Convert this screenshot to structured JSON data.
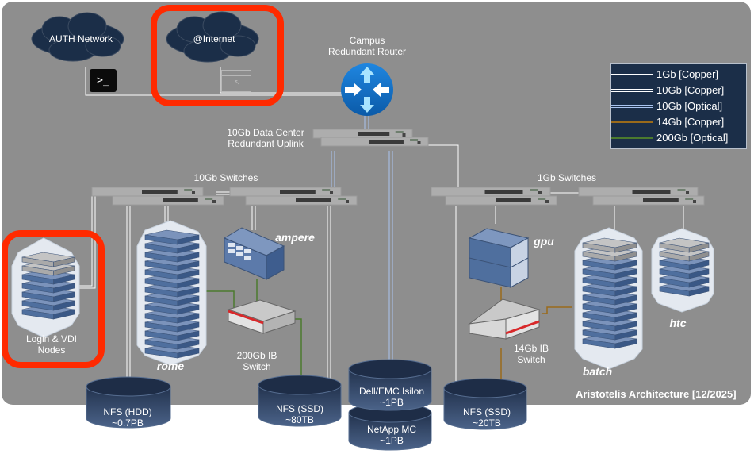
{
  "title": "Aristotelis Architecture [12/2025]",
  "clouds": {
    "auth": "AUTH Network",
    "internet": "@Internet"
  },
  "icons": {
    "terminal": "terminal-icon",
    "browser": "browser-window-icon",
    "router": "router-icon"
  },
  "router": {
    "label_line1": "Campus",
    "label_line2": "Redundant Router"
  },
  "uplink": {
    "label_line1": "10Gb Data Center",
    "label_line2": "Redundant Uplink"
  },
  "switch_groups": {
    "ten_gb": "10Gb Switches",
    "one_gb": "1Gb Switches"
  },
  "nodes": {
    "login_line1": "Login & VDI",
    "login_line2": "Nodes",
    "rome": "rome",
    "ampere": "ampere",
    "gpu": "gpu",
    "batch": "batch",
    "htc": "htc"
  },
  "ib_switches": {
    "ib200_line1": "200Gb IB",
    "ib200_line2": "Switch",
    "ib14_line1": "14Gb IB",
    "ib14_line2": "Switch"
  },
  "storage": [
    {
      "name": "NFS (HDD)",
      "size": "~0.7PB"
    },
    {
      "name": "NFS (SSD)",
      "size": "~80TB"
    },
    {
      "name": "Dell/EMC Isilon",
      "size": "~1PB"
    },
    {
      "name": "NetApp MC",
      "size": "~1PB"
    },
    {
      "name": "NFS (SSD)",
      "size": "~20TB"
    }
  ],
  "legend": [
    {
      "label": "1Gb [Copper]",
      "color": "#ffffff",
      "style": "single"
    },
    {
      "label": "10Gb [Copper]",
      "color": "#ffffff",
      "style": "double"
    },
    {
      "label": "10Gb [Optical]",
      "color": "#a9c4f0",
      "style": "double"
    },
    {
      "label": "14Gb [Copper]",
      "color": "#9a6a1a",
      "style": "single"
    },
    {
      "label": "200Gb [Optical]",
      "color": "#4b7a2e",
      "style": "single"
    }
  ],
  "colors": {
    "background": "#8e8e8e",
    "highlight": "#ff2a00",
    "cloud": "#1b2e48",
    "storage": "#2b3d5c",
    "server_blue": "#4f6f9e",
    "router_blue": "#1b6fc4"
  }
}
